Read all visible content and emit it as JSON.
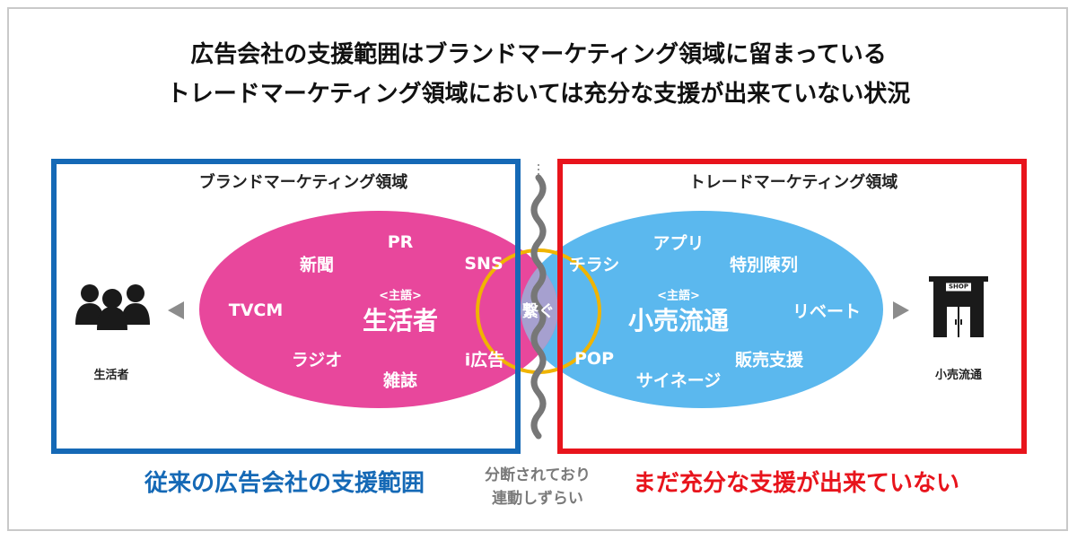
{
  "title": {
    "line1": "広告会社の支援範囲はブランドマーケティング領域に留まっている",
    "line2": "トレードマーケティング領域においては充分な支援が出来ていない状況"
  },
  "brand_area": {
    "label": "ブランドマーケティング領域",
    "subject_tag": "<主語>",
    "subject": "生活者",
    "items": [
      "PR",
      "新聞",
      "SNS",
      "TVCM",
      "ラジオ",
      "i広告",
      "雑誌"
    ],
    "caption": "従来の広告会社の支援範囲",
    "border_color": "#1569b6",
    "ellipse_color": "#e8479c"
  },
  "trade_area": {
    "label": "トレードマーケティング領域",
    "subject_tag": "<主語>",
    "subject": "小売流通",
    "items": [
      "アプリ",
      "チラシ",
      "特別陳列",
      "リベート",
      "POP",
      "販売支援",
      "サイネージ"
    ],
    "caption": "まだ充分な支援が出来ていない",
    "border_color": "#e8141c",
    "ellipse_color": "#5bb8ee"
  },
  "overlap": {
    "label": "繋ぐ",
    "note_line1": "分断されており",
    "note_line2": "連動しずらい",
    "ring_color": "#f0b400"
  },
  "people": {
    "label": "生活者",
    "icon": "people-group-icon"
  },
  "store": {
    "label": "小売流通",
    "sign": "SHOP",
    "icon": "shop-icon"
  }
}
